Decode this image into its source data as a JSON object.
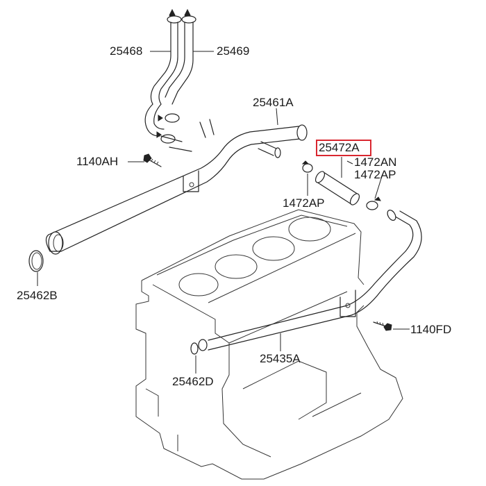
{
  "diagram": {
    "highlight_color": "#d9262f",
    "labels": {
      "p25468": "25468",
      "p25469": "25469",
      "p25461A": "25461A",
      "p1140AH": "1140AH",
      "p25472A": "25472A",
      "p1472AN": "1472AN",
      "p1472AP_right": "1472AP",
      "p1472AP_left": "1472AP",
      "p25462B": "25462B",
      "p1140FD": "1140FD",
      "p25435A": "25435A",
      "p25462D": "25462D"
    }
  }
}
